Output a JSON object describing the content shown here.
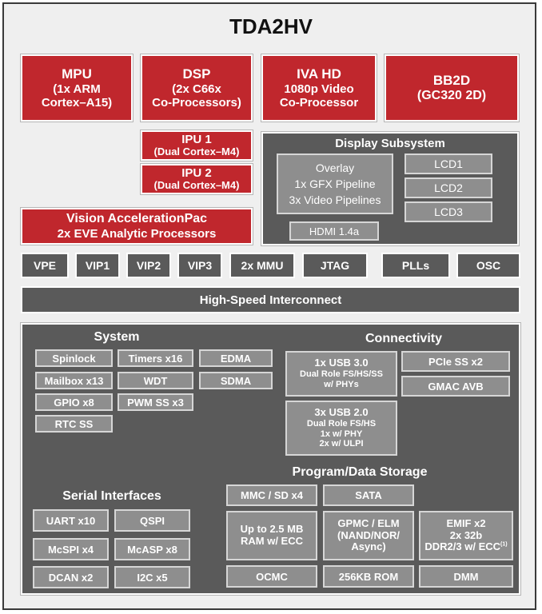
{
  "title": "TDA2HV",
  "top_blocks": {
    "mpu": {
      "line1": "MPU",
      "line2": "(1x ARM",
      "line3": "Cortex–A15)"
    },
    "dsp": {
      "line1": "DSP",
      "line2": "(2x C66x",
      "line3": "Co-Processors)"
    },
    "iva": {
      "line1": "IVA HD",
      "line2": "1080p Video",
      "line3": "Co-Processor"
    },
    "bb2d": {
      "line1": "BB2D",
      "line2": "(GC320 2D)"
    }
  },
  "ipu1": {
    "line1": "IPU 1",
    "line2": "(Dual Cortex–M4)"
  },
  "ipu2": {
    "line1": "IPU 2",
    "line2": "(Dual Cortex–M4)"
  },
  "vision": {
    "line1": "Vision AccelerationPac",
    "line2": "2x EVE Analytic Processors"
  },
  "display": {
    "title": "Display Subsystem",
    "overlay": [
      "Overlay",
      "1x GFX Pipeline",
      "3x Video Pipelines"
    ],
    "lcd": [
      "LCD1",
      "LCD2",
      "LCD3"
    ],
    "hdmi": "HDMI 1.4a"
  },
  "bus_row": [
    "VPE",
    "VIP1",
    "VIP2",
    "VIP3",
    "2x MMU",
    "JTAG",
    "PLLs",
    "OSC"
  ],
  "interconnect": "High-Speed Interconnect",
  "system": {
    "title": "System",
    "items": [
      "Spinlock",
      "Timers x16",
      "EDMA",
      "Mailbox x13",
      "WDT",
      "SDMA",
      "GPIO x8",
      "PWM SS x3",
      "RTC SS"
    ]
  },
  "connectivity": {
    "title": "Connectivity",
    "usb3": {
      "line1": "1x USB 3.0",
      "line2": "Dual Role FS/HS/SS",
      "line3": "w/ PHYs"
    },
    "usb2": {
      "line1": "3x USB 2.0",
      "line2": "Dual Role FS/HS",
      "line3": "1x w/ PHY",
      "line4": "2x w/ ULPI"
    },
    "pcie": "PCIe SS x2",
    "gmac": "GMAC AVB"
  },
  "serial": {
    "title": "Serial Interfaces",
    "items": [
      "UART x10",
      "QSPI",
      "McSPI x4",
      "McASP x8",
      "DCAN x2",
      "I2C x5"
    ]
  },
  "storage": {
    "title": "Program/Data Storage",
    "mmc": "MMC / SD x4",
    "sata": "SATA",
    "ram": {
      "line1": "Up to 2.5 MB",
      "line2": "RAM w/ ECC"
    },
    "gpmc": {
      "line1": "GPMC / ELM",
      "line2": "(NAND/NOR/",
      "line3": "Async)"
    },
    "emif": {
      "line1": "EMIF x2",
      "line2": "2x 32b",
      "line3": "DDR2/3 w/ ECC",
      "sup": "(1)"
    },
    "ocmc": "OCMC",
    "rom": "256KB ROM",
    "dmm": "DMM"
  }
}
